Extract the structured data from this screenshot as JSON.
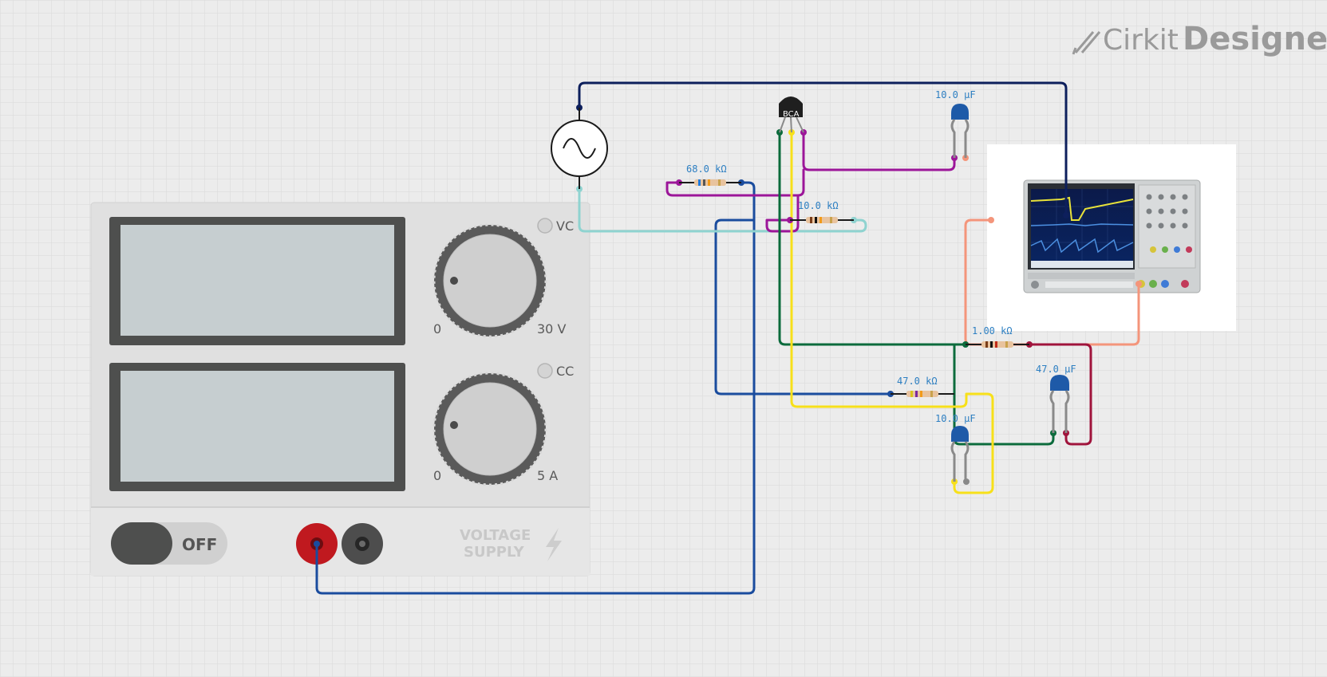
{
  "brand": {
    "name": "Cirkit",
    "product": "Designer"
  },
  "power_supply": {
    "vc_label": "VC",
    "cc_label": "CC",
    "voltage_min": "0",
    "voltage_max": "30 V",
    "current_min": "0",
    "current_max": "5 A",
    "switch_label": "OFF",
    "title_line1": "VOLTAGE",
    "title_line2": "SUPPLY"
  },
  "components": {
    "transistor": "BCA",
    "c1": "10.0 µF",
    "c2": "47.0 µF",
    "c3": "10.0 µF",
    "r1": "68.0 kΩ",
    "r2": "10.0 kΩ",
    "r3": "1.00 kΩ",
    "r4": "47.0 kΩ"
  },
  "colors": {
    "background": "#ececec",
    "grid": "#d9d9d9",
    "wire_navy": "#0d1f5c",
    "wire_blue": "#1a4c9e",
    "wire_purple": "#9c1699",
    "wire_teal": "#8fd3d0",
    "wire_green": "#0c6b3c",
    "wire_yellow": "#f7e01a",
    "wire_salmon": "#f4957b",
    "wire_crimson": "#a0143c",
    "label_blue": "#2d7fc2"
  }
}
